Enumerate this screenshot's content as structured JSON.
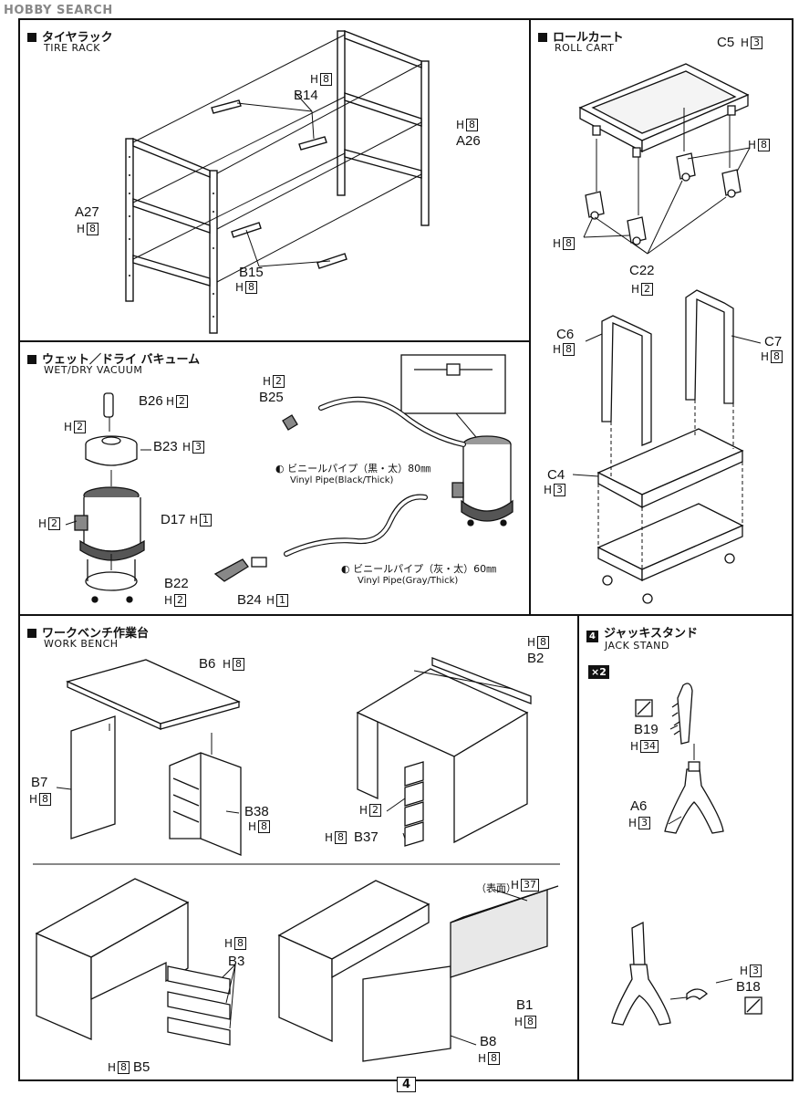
{
  "logo": "HOBBY SEARCH",
  "page_number": "4",
  "tire_rack": {
    "title_jp": "タイヤラック",
    "title_en": "TIRE RACK",
    "parts": [
      {
        "id": "B14",
        "h": "8"
      },
      {
        "id": "A26",
        "h": "8"
      },
      {
        "id": "A27",
        "h": "8"
      },
      {
        "id": "B15",
        "h": "8"
      }
    ]
  },
  "roll_cart": {
    "title_jp": "ロールカート",
    "title_en": "ROLL CART",
    "c5": {
      "id": "C5",
      "h": "3"
    },
    "wheels_h": "8",
    "wheels_h2": "8",
    "c22": {
      "id": "C22",
      "h": "2"
    },
    "c6": {
      "id": "C6",
      "h": "8"
    },
    "c7": {
      "id": "C7",
      "h": "8"
    },
    "c4": {
      "id": "C4",
      "h": "3"
    }
  },
  "vacuum": {
    "title_jp": "ウェット／ドライ バキューム",
    "title_en": "WET/DRY VACUUM",
    "b26": {
      "id": "B26",
      "h": "2"
    },
    "h_small": "2",
    "b23": {
      "id": "B23",
      "h": "3"
    },
    "d17": {
      "id": "D17",
      "h": "1"
    },
    "h_side": "2",
    "b22": {
      "id": "B22",
      "h": "2"
    },
    "b25": {
      "id": "B25",
      "h": "2"
    },
    "b24": {
      "id": "B24",
      "h": "1"
    },
    "pipe_black_jp": "ビニールパイプ（黒・太）80㎜",
    "pipe_black_en": "Vinyl Pipe(Black/Thick)",
    "pipe_gray_jp": "ビニールパイプ（灰・太）60㎜",
    "pipe_gray_en": "Vinyl Pipe(Gray/Thick)"
  },
  "work_bench": {
    "title_jp": "ワークベンチ作業台",
    "title_en": "WORK BENCH",
    "b6": {
      "id": "B6",
      "h": "8"
    },
    "b2": {
      "id": "B2",
      "h": "8"
    },
    "b7": {
      "id": "B7",
      "h": "8"
    },
    "b38": {
      "id": "B38",
      "h": "8"
    },
    "h_drawers": "2",
    "b37": {
      "id": "B37",
      "h": "8"
    },
    "b3": {
      "id": "B3",
      "h": "8"
    },
    "b5": {
      "id": "B5",
      "h": "8"
    },
    "b1": {
      "id": "B1",
      "h": "8"
    },
    "b1_surface": "（表面）",
    "b1_surface_h": "37",
    "b8": {
      "id": "B8",
      "h": "8"
    }
  },
  "jack_stand": {
    "step": "4",
    "title_jp": "ジャッキスタンド",
    "title_en": "JACK STAND",
    "qty": "×2",
    "b19": {
      "id": "B19",
      "h": "34"
    },
    "a6": {
      "id": "A6",
      "h": "3"
    },
    "b18": {
      "id": "B18",
      "h": "3"
    }
  }
}
